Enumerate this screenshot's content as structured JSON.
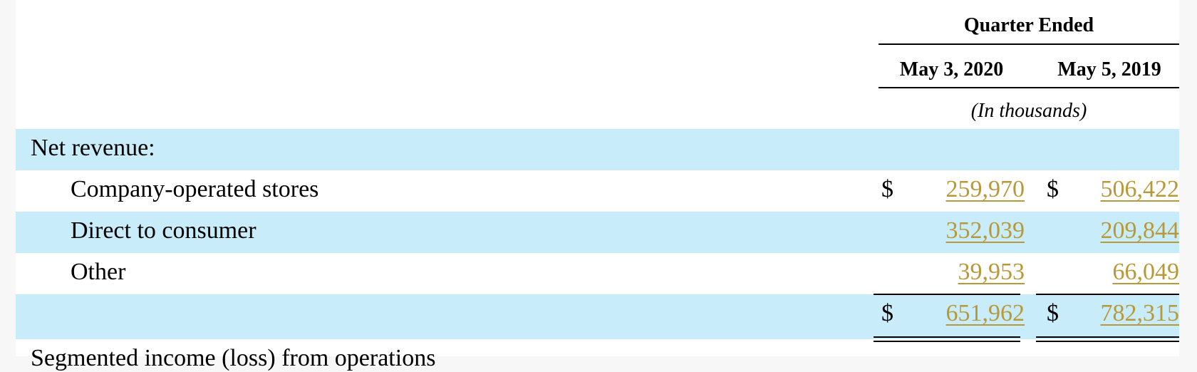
{
  "header": {
    "group_label": "Quarter Ended",
    "columns": [
      "May 3, 2020",
      "May 5, 2019"
    ],
    "units": "(In thousands)"
  },
  "section_label": "Net revenue:",
  "rows": [
    {
      "label": "Company-operated stores",
      "currency": "$",
      "values": [
        "259,970",
        "506,422"
      ]
    },
    {
      "label": "Direct to consumer",
      "currency": "",
      "values": [
        "352,039",
        "209,844"
      ]
    },
    {
      "label": "Other",
      "currency": "",
      "values": [
        "39,953",
        "66,049"
      ]
    }
  ],
  "total": {
    "currency": "$",
    "values": [
      "651,962",
      "782,315"
    ]
  },
  "next_section_label": "Segmented income (loss) from operations",
  "colors": {
    "band": "#c9ecfb",
    "link": "#b8993a"
  }
}
